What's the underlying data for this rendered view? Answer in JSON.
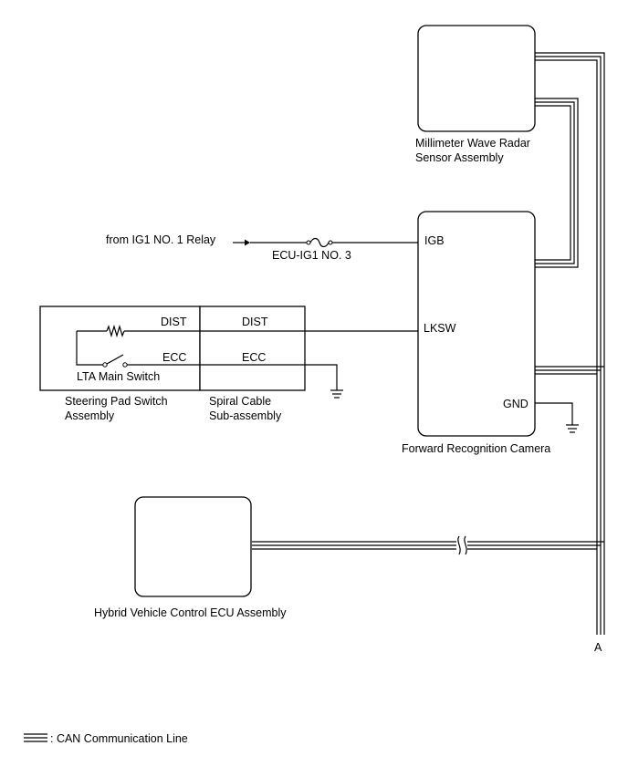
{
  "components": {
    "radar": {
      "line1": "Millimeter Wave Radar",
      "line2": "Sensor Assembly"
    },
    "camera": {
      "label": "Forward Recognition Camera",
      "pin_igb": "IGB",
      "pin_lksw": "LKSW",
      "pin_gnd": "GND"
    },
    "hybrid_ecu": {
      "label": "Hybrid Vehicle Control ECU Assembly"
    },
    "steering_pad": {
      "line1": "Steering Pad Switch",
      "line2": "Assembly",
      "pin_dist": "DIST",
      "pin_ecc": "ECC",
      "switch_label": "LTA Main Switch"
    },
    "spiral_cable": {
      "line1": "Spiral Cable",
      "line2": "Sub-assembly",
      "pin_dist": "DIST",
      "pin_ecc": "ECC"
    }
  },
  "power": {
    "source": "from IG1 NO. 1 Relay",
    "fuse": "ECU-IG1 NO. 3"
  },
  "connector_a": "A",
  "legend": {
    "text": ": CAN Communication Line"
  }
}
